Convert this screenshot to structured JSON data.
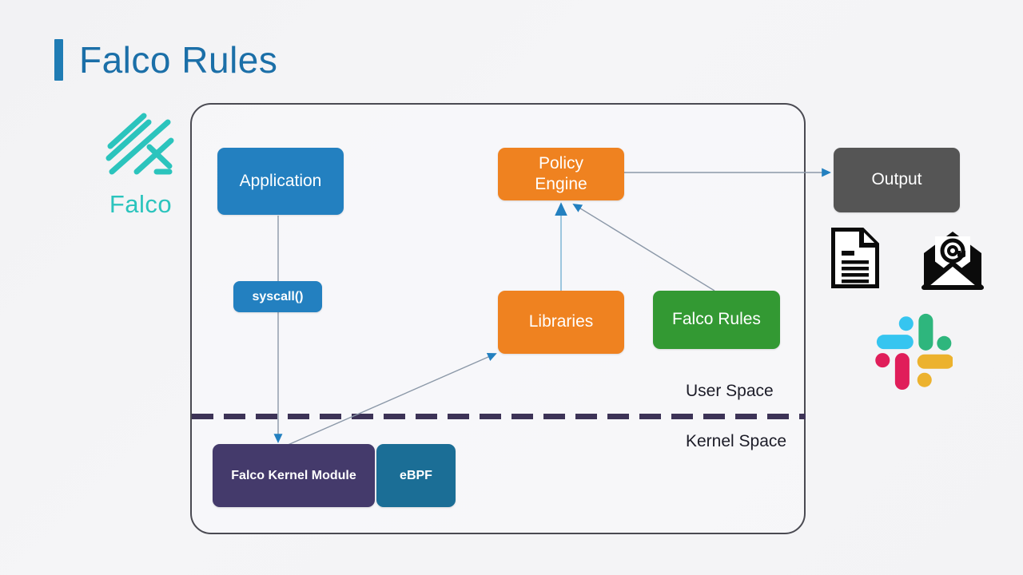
{
  "slide": {
    "title": "Falco Rules",
    "title_accent_color": "#1f7cb4",
    "background_color": "#f3f3f5"
  },
  "brand": {
    "name": "Falco",
    "logo_icon": "falco-bird-logo-icon",
    "logo_color": "#2bc4bd"
  },
  "diagram": {
    "container_label": "falco-architecture-container",
    "nodes": [
      {
        "id": "application",
        "label": "Application",
        "color": "#2380c0",
        "zone": "user-space"
      },
      {
        "id": "syscall",
        "label": "syscall()",
        "color": "#2380c0",
        "zone": "user-space"
      },
      {
        "id": "policy-engine",
        "label": "Policy\nEngine",
        "color": "#ef8220",
        "zone": "user-space"
      },
      {
        "id": "libraries",
        "label": "Libraries",
        "color": "#ef8220",
        "zone": "user-space"
      },
      {
        "id": "falco-rules",
        "label": "Falco Rules",
        "color": "#339933",
        "zone": "user-space"
      },
      {
        "id": "kernel-module",
        "label": "Falco Kernel Module",
        "color": "#443a6b",
        "zone": "kernel-space"
      },
      {
        "id": "ebpf",
        "label": "eBPF",
        "color": "#1b6e96",
        "zone": "kernel-space"
      },
      {
        "id": "output",
        "label": "Output",
        "color": "#555555",
        "zone": "external"
      }
    ],
    "node_labels": {
      "application": "Application",
      "syscall": "syscall()",
      "policy_engine_line1": "Policy",
      "policy_engine_line2": "Engine",
      "libraries": "Libraries",
      "falco_rules": "Falco Rules",
      "kernel_module": "Falco Kernel Module",
      "ebpf": "eBPF",
      "output": "Output"
    },
    "zones": {
      "user_space": "User Space",
      "kernel_space": "Kernel Space",
      "divider_color": "#3d3357"
    },
    "edges": [
      {
        "from": "application",
        "to": "kernel-module",
        "label": "syscall()",
        "style": "solid-arrow"
      },
      {
        "from": "kernel-module",
        "to": "libraries",
        "label": "",
        "style": "solid-arrow"
      },
      {
        "from": "libraries",
        "to": "policy-engine",
        "label": "",
        "style": "solid-arrow"
      },
      {
        "from": "falco-rules",
        "to": "policy-engine",
        "label": "",
        "style": "solid-arrow"
      },
      {
        "from": "policy-engine",
        "to": "output",
        "label": "",
        "style": "solid-arrow"
      }
    ],
    "arrow_color": "#2380c0",
    "line_color": "#8b98a8"
  },
  "outputs": {
    "channels": [
      {
        "id": "file",
        "icon": "document-file-icon"
      },
      {
        "id": "email",
        "icon": "email-envelope-icon"
      },
      {
        "id": "slack",
        "icon": "slack-logo-icon"
      }
    ],
    "slack_colors": {
      "cyan": "#36c5f0",
      "green": "#2eb67d",
      "yellow": "#ecb22e",
      "magenta": "#e01e5a"
    }
  }
}
